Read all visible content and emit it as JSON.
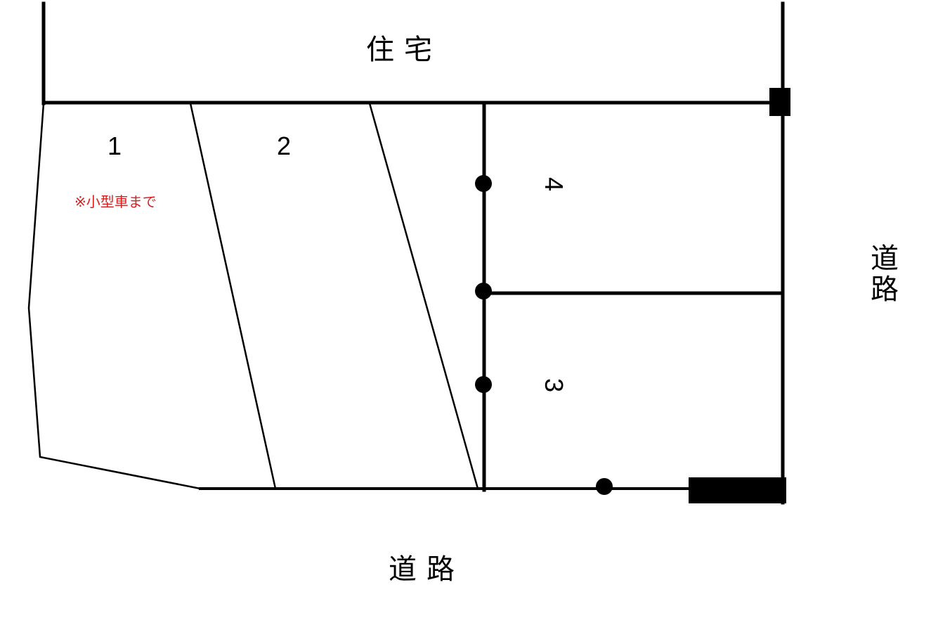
{
  "labels": {
    "house": "住宅",
    "road_bottom": "道路",
    "road_right": "道路",
    "space_1": "1",
    "space_2": "2",
    "space_3": "3",
    "space_4": "4",
    "space_1_note": "※小型車まで"
  },
  "colors": {
    "line": "#000000",
    "note": "#d81e1e",
    "background": "#ffffff"
  }
}
